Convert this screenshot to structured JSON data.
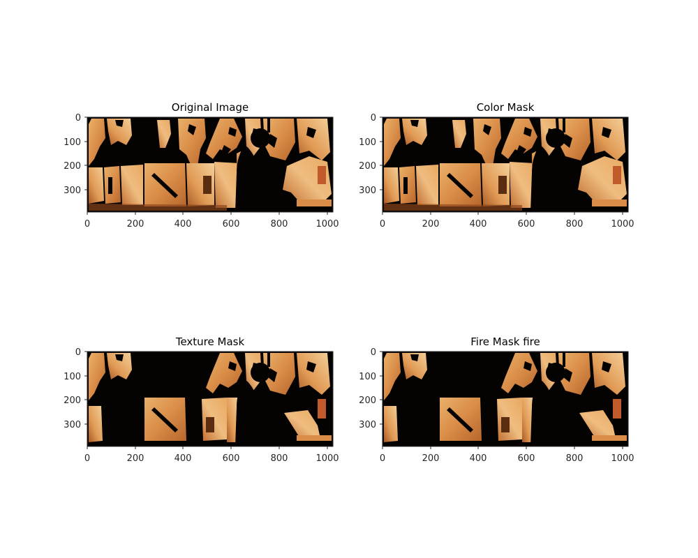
{
  "figure": {
    "background": "#ffffff",
    "palette": {
      "black": "#050302",
      "dark": "#7a3e18",
      "mid": "#c9783a",
      "light": "#eab06a",
      "highlight": "#f7dcae",
      "axis": "#262626"
    }
  },
  "chart_data": [
    {
      "type": "heatmap",
      "title": "Original Image",
      "xlabel": "",
      "ylabel": "",
      "xlim": [
        0,
        1024
      ],
      "ylim": [
        395,
        0
      ],
      "xticks": [
        "0",
        "200",
        "400",
        "600",
        "800",
        "1000"
      ],
      "yticks": [
        "0",
        "100",
        "200",
        "300"
      ],
      "grid": false,
      "colormap": "copper-like"
    },
    {
      "type": "heatmap",
      "title": "Color Mask",
      "xlabel": "",
      "ylabel": "",
      "xlim": [
        0,
        1024
      ],
      "ylim": [
        395,
        0
      ],
      "xticks": [
        "0",
        "200",
        "400",
        "600",
        "800",
        "1000"
      ],
      "yticks": [
        "0",
        "100",
        "200",
        "300"
      ],
      "grid": false,
      "colormap": "copper-like"
    },
    {
      "type": "heatmap",
      "title": "Texture Mask",
      "xlabel": "",
      "ylabel": "",
      "xlim": [
        0,
        1024
      ],
      "ylim": [
        395,
        0
      ],
      "xticks": [
        "0",
        "200",
        "400",
        "600",
        "800",
        "1000"
      ],
      "yticks": [
        "0",
        "100",
        "200",
        "300"
      ],
      "grid": false,
      "colormap": "copper-like"
    },
    {
      "type": "heatmap",
      "title": "Fire Mask fire",
      "xlabel": "",
      "ylabel": "",
      "xlim": [
        0,
        1024
      ],
      "ylim": [
        395,
        0
      ],
      "xticks": [
        "0",
        "200",
        "400",
        "600",
        "800",
        "1000"
      ],
      "yticks": [
        "0",
        "100",
        "200",
        "300"
      ],
      "grid": false,
      "colormap": "copper-like"
    }
  ]
}
